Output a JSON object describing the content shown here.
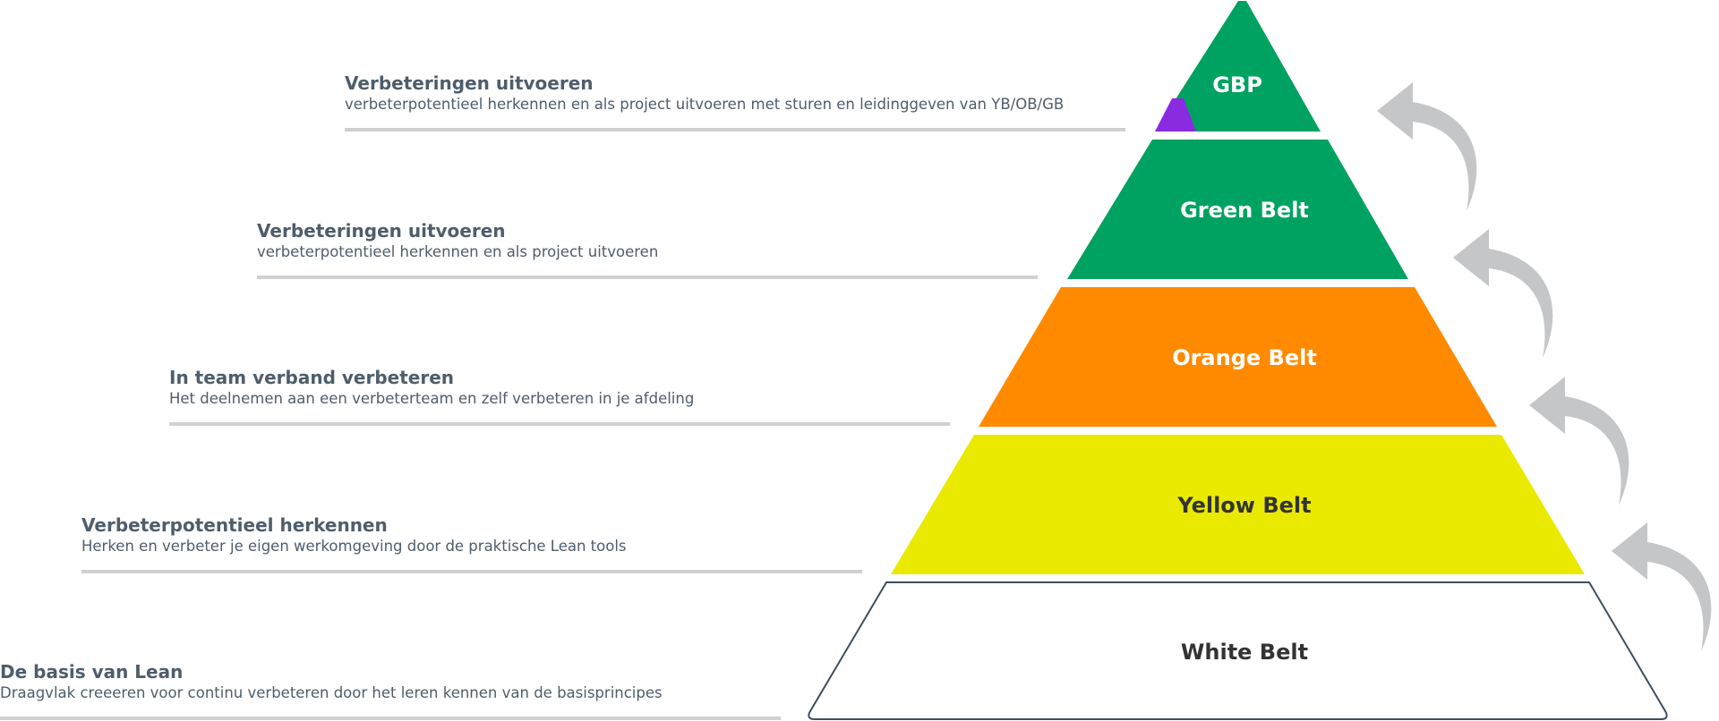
{
  "levels": [
    {
      "label": "GBP",
      "color": "#00a261",
      "text_color": "#ffffff",
      "title": "Verbeteringen uitvoeren",
      "description": "verbeterpotentieel herkennen en als project uitvoeren met sturen en leidinggeven van YB/OB/GB"
    },
    {
      "label": "Green Belt",
      "color": "#00a261",
      "text_color": "#ffffff",
      "title": "Verbeteringen uitvoeren",
      "description": "verbeterpotentieel herkennen en als project uitvoeren"
    },
    {
      "label": "Orange Belt",
      "color": "#ff8a00",
      "text_color": "#ffffff",
      "title": "In team verband verbeteren",
      "description": "Het deelnemen aan een verbeterteam en zelf verbeteren in je afdeling"
    },
    {
      "label": "Yellow Belt",
      "color": "#eaea00",
      "text_color": "#333333",
      "title": "Verbeterpotentieel herkennen",
      "description": "Herken en verbeter je eigen werkomgeving door de praktische Lean tools"
    },
    {
      "label": "White Belt",
      "color": "#ffffff",
      "text_color": "#333333",
      "title": "De basis van Lean",
      "description": "Draagvlak creeeren voor continu verbeteren door het leren kennen van de basisprincipes"
    }
  ],
  "colors": {
    "text": "#4f5d6b",
    "rule": "#cfd0d2",
    "arrow": "#c4c6c8",
    "white_border": "#3e4e5e",
    "accent": "#8a2be2"
  },
  "icons": {
    "arrow": "curved-up-arrow-icon"
  }
}
